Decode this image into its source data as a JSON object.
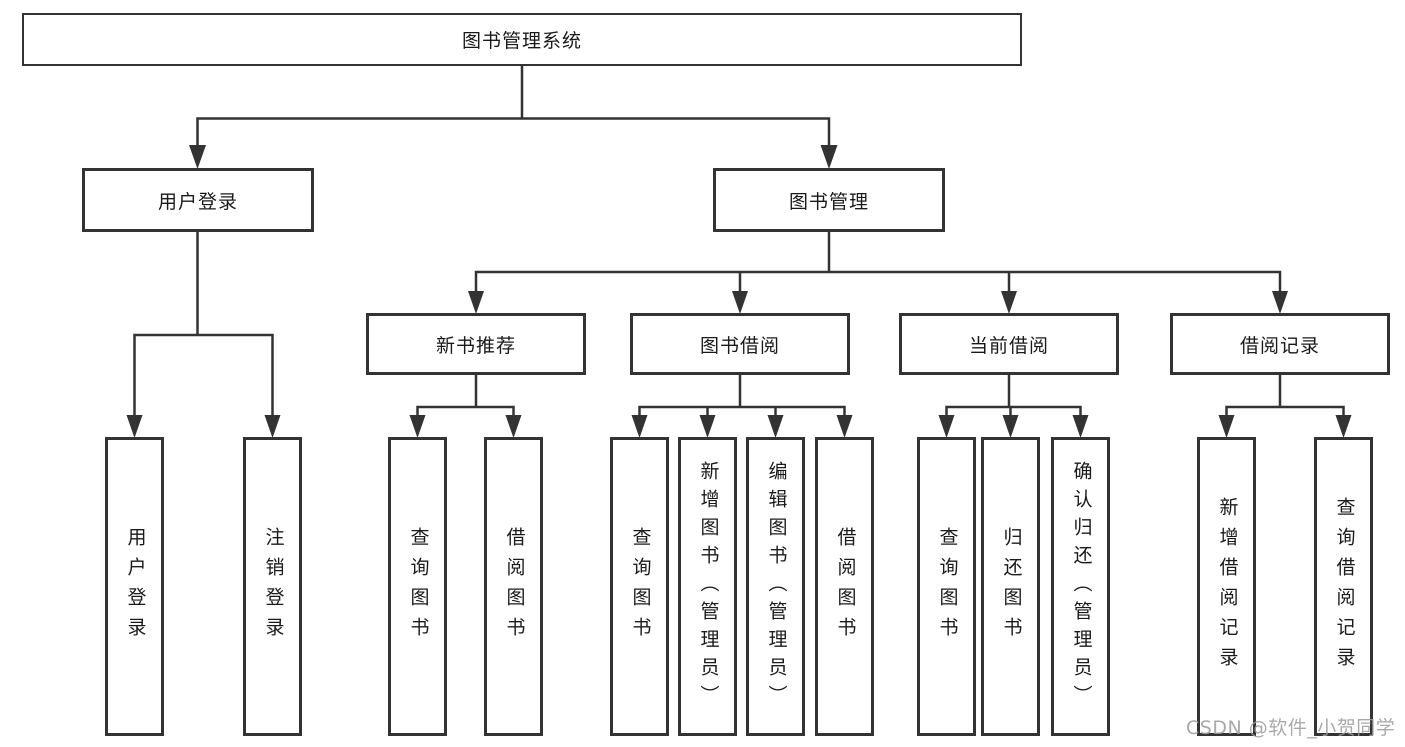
{
  "nodes": {
    "root": "图书管理系统",
    "user_login_group": "用户登录",
    "book_management": "图书管理",
    "new_book_recommend": "新书推荐",
    "book_borrowing": "图书借阅",
    "current_borrowing": "当前借阅",
    "borrowing_records": "借阅记录",
    "user_login": "用户登录",
    "logout_login": "注销登录",
    "newbook_query_books": "查询图书",
    "newbook_borrow_books": "借阅图书",
    "borrow_query_books": "查询图书",
    "borrow_add_books_admin": "新增图书（管理员）",
    "borrow_edit_books_admin": "编辑图书（管理员）",
    "borrow_borrow_books": "借阅图书",
    "current_query_books": "查询图书",
    "current_return_books": "归还图书",
    "current_confirm_return_admin": "确认归还（管理员）",
    "records_add_borrow_record": "新增借阅记录",
    "records_query_borrow_record": "查询借阅记录"
  },
  "watermark": {
    "text": "CSDN @软件_小贺同学",
    "color": "#9e9e9e"
  },
  "colors": {
    "line": "#333333",
    "text": "#1a1a1a",
    "box_background": "#ffffff",
    "page_background": "#ffffff"
  }
}
